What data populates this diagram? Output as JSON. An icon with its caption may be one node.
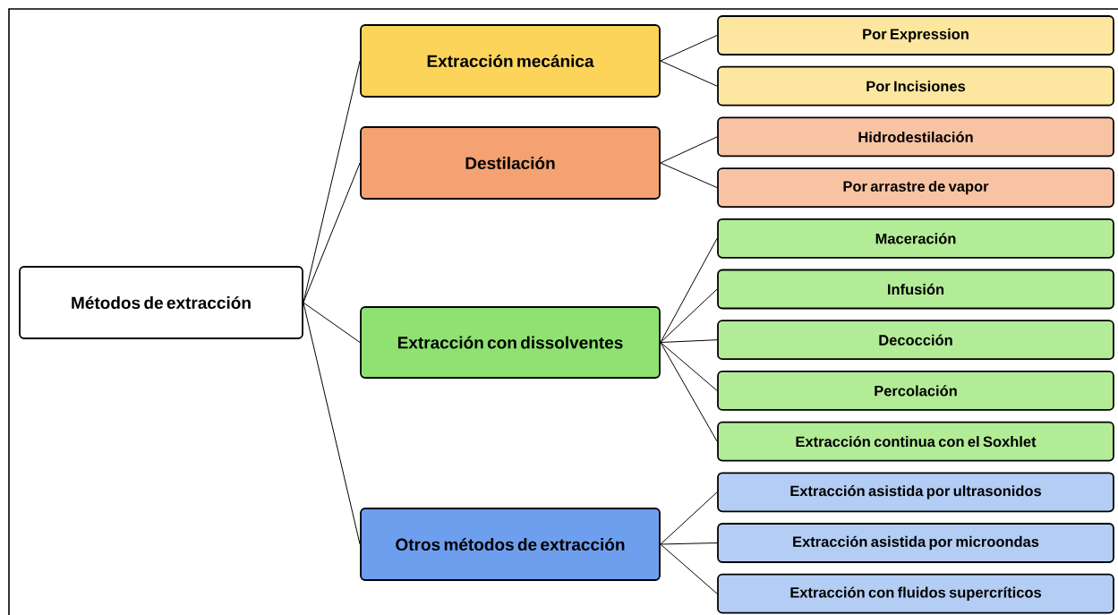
{
  "diagram": {
    "nodes": [
      {
        "text": [
          "Métodos de extracción"
        ]
      },
      {
        "text": [
          "Extracción mecánica"
        ]
      },
      {
        "text": [
          "Destilación"
        ]
      },
      {
        "text": [
          "Extracción con dissolventes"
        ]
      },
      {
        "text": [
          "Otros métodos de extracción"
        ]
      },
      {
        "text": [
          "Por Expression"
        ]
      },
      {
        "text": [
          "Por Incisiones"
        ]
      },
      {
        "text": [
          "Hidrodestilación"
        ]
      },
      {
        "text": [
          "Por arrastre de vapor"
        ]
      },
      {
        "text": [
          "Maceración"
        ]
      },
      {
        "text": [
          "Infusión"
        ]
      },
      {
        "text": [
          "Decocción"
        ]
      },
      {
        "text": [
          "Percolación"
        ]
      },
      {
        "text": [
          "Extracción continua con el Soxhlet"
        ]
      },
      {
        "text": [
          "Extracción asistida por ultrasonidos"
        ]
      },
      {
        "text": [
          "Extracción asistida por microondas"
        ]
      },
      {
        "text": [
          "Extracción con fluidos supercríticos"
        ]
      }
    ],
    "edges": [
      {
        "from": 0,
        "to": 1,
        "arrow": "none"
      },
      {
        "from": 0,
        "to": 2,
        "arrow": "none"
      },
      {
        "from": 0,
        "to": 3,
        "arrow": "none"
      },
      {
        "from": 0,
        "to": 4,
        "arrow": "none"
      },
      {
        "from": 1,
        "to": 5,
        "arrow": "none"
      },
      {
        "from": 1,
        "to": 6,
        "arrow": "none"
      },
      {
        "from": 2,
        "to": 7,
        "arrow": "none"
      },
      {
        "from": 2,
        "to": 8,
        "arrow": "none"
      },
      {
        "from": 3,
        "to": 9,
        "arrow": "none"
      },
      {
        "from": 3,
        "to": 10,
        "arrow": "none"
      },
      {
        "from": 3,
        "to": 11,
        "arrow": "none"
      },
      {
        "from": 3,
        "to": 12,
        "arrow": "none"
      },
      {
        "from": 3,
        "to": 13,
        "arrow": "none"
      },
      {
        "from": 4,
        "to": 14,
        "arrow": "none"
      },
      {
        "from": 4,
        "to": 15,
        "arrow": "none"
      },
      {
        "from": 4,
        "to": 16,
        "arrow": "none"
      }
    ]
  }
}
